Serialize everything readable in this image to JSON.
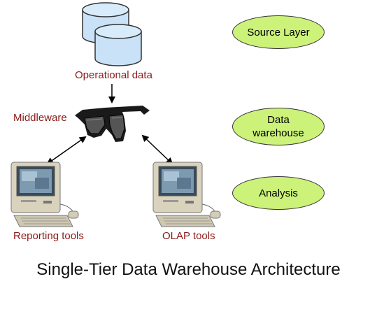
{
  "labels": {
    "operational_data": "Operational data",
    "middleware": "Middleware",
    "reporting_tools": "Reporting tools",
    "olap_tools": "OLAP tools"
  },
  "layers": {
    "source": "Source Layer",
    "warehouse_line1": "Data",
    "warehouse_line2": "warehouse",
    "analysis": "Analysis"
  },
  "title": "Single-Tier Data Warehouse Architecture",
  "colors": {
    "label_text": "#8b1a1a",
    "oval_fill": "#ccf27a",
    "database_fill": "#c9e2f7"
  },
  "icons": [
    "database-icon",
    "sunglasses-icon",
    "computer-icon"
  ]
}
